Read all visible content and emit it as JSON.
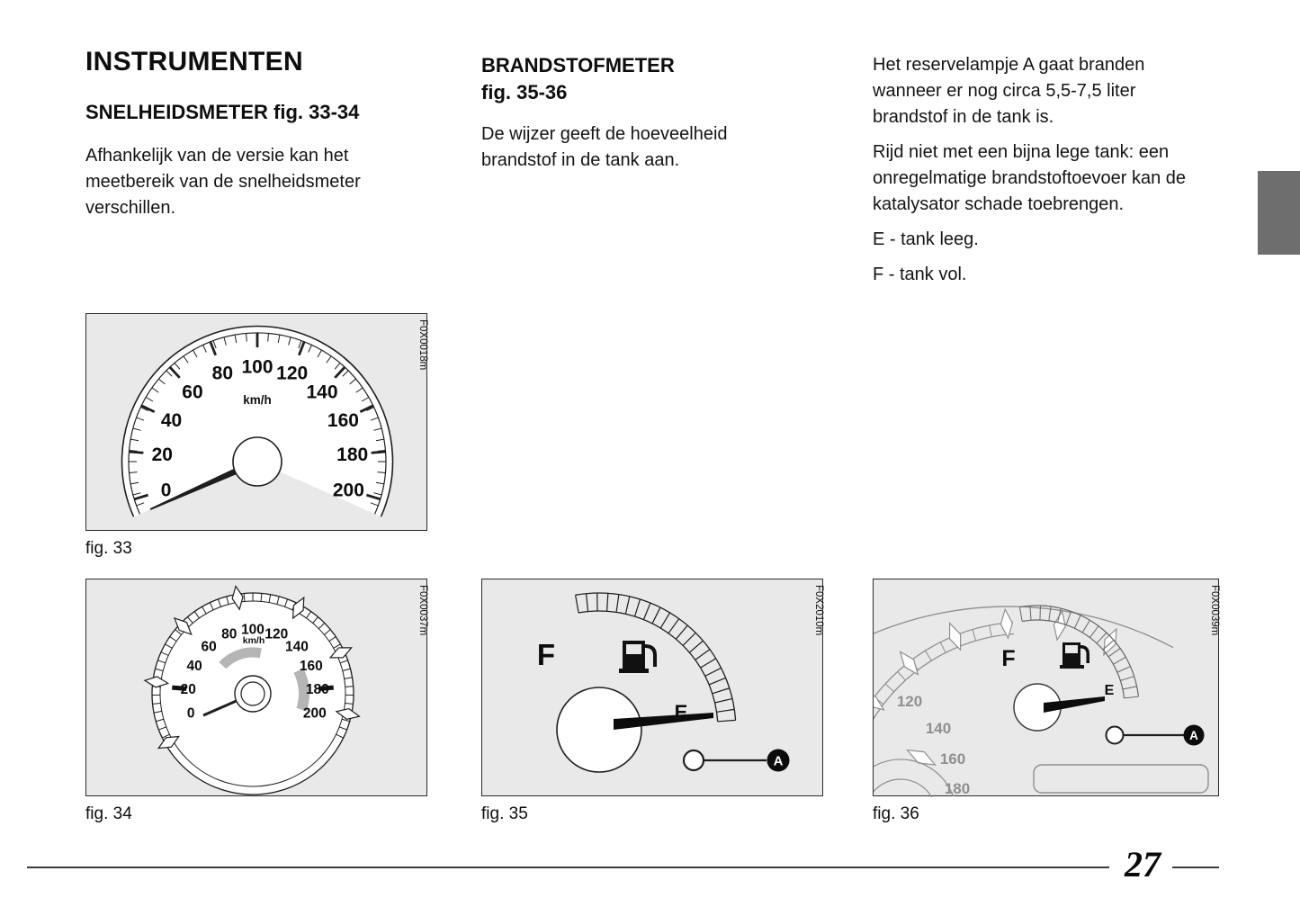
{
  "page": {
    "number": "27"
  },
  "sections": {
    "instruments": {
      "title": "INSTRUMENTEN",
      "speedometer": {
        "heading": "SNELHEIDSMETER fig. 33-34",
        "body": "Afhankelijk van de versie kan het meetbereik van de snelheidsmeter verschillen."
      }
    },
    "fuel_gauge": {
      "heading_line1": "BRANDSTOFMETER",
      "heading_line2": "fig. 35-36",
      "body": "De wijzer geeft de hoeveelheid brandstof in de tank aan.",
      "reserve_note": "Het reservelampje A gaat branden wanneer er nog circa 5,5-7,5 liter brandstof in de tank is.",
      "warning_note": "Rijd niet met een bijna lege tank: een onregelmatige brandstoftoevoer kan de katalysator schade toebrengen.",
      "legend_empty": "E - tank leeg.",
      "legend_full": "F - tank vol."
    }
  },
  "figures": {
    "fig33": {
      "caption": "fig. 33",
      "code": "F0X0018m",
      "unit": "km/h",
      "speed_labels": [
        "0",
        "20",
        "40",
        "60",
        "80",
        "100",
        "120",
        "140",
        "160",
        "180",
        "200"
      ]
    },
    "fig34": {
      "caption": "fig. 34",
      "code": "F0X0037m",
      "unit": "km/h",
      "speed_labels": [
        "0",
        "20",
        "40",
        "60",
        "80",
        "100",
        "120",
        "140",
        "160",
        "180",
        "200"
      ]
    },
    "fig35": {
      "caption": "fig. 35",
      "code": "F0X2010m",
      "full_label": "F",
      "empty_label": "E",
      "lamp_label": "A"
    },
    "fig36": {
      "caption": "fig. 36",
      "code": "F0X0039m",
      "full_label": "F",
      "empty_label": "E",
      "lamp_label": "A",
      "speed_labels": [
        "120",
        "140",
        "160",
        "180"
      ]
    }
  }
}
